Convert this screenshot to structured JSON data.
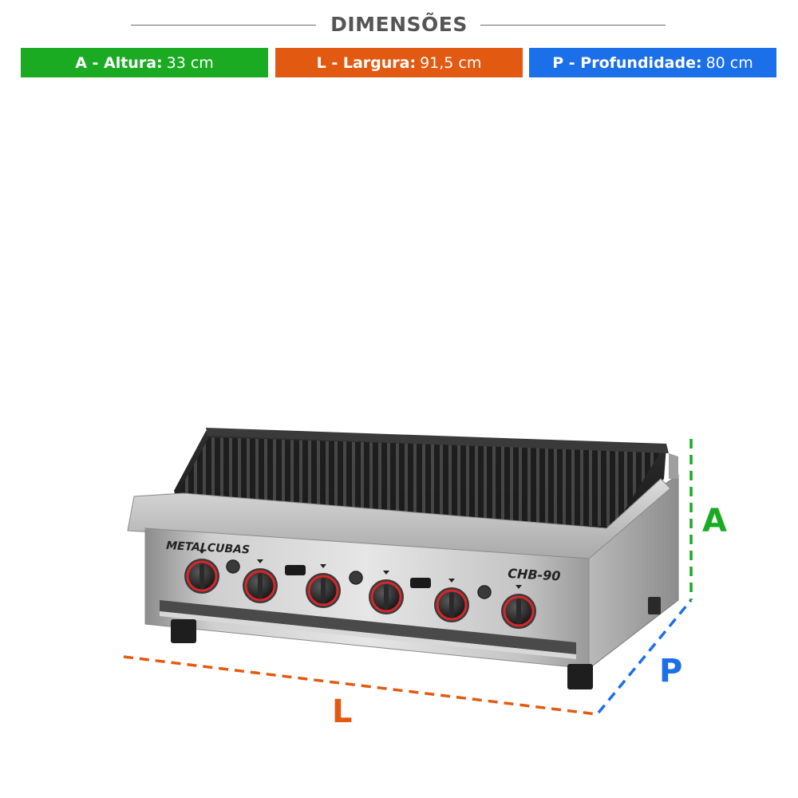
{
  "header": {
    "title": "DIMENSÕES"
  },
  "dimensions": [
    {
      "name": "A - Altura:",
      "value": "33 cm",
      "color": "#1aab23"
    },
    {
      "name": "L - Largura:",
      "value": "91,5 cm",
      "color": "#e25a12"
    },
    {
      "name": "P - Profundidade:",
      "value": "80 cm",
      "color": "#1b6fe8"
    }
  ],
  "product": {
    "brand": "METALCUBAS",
    "model": "CHB-90",
    "knob_count": 6
  },
  "axis_labels": {
    "height": "A",
    "width": "L",
    "depth": "P"
  },
  "colors": {
    "height": "#1aab23",
    "width": "#e25a12",
    "depth": "#1b6fe8",
    "title": "#555555",
    "knob_ring": "#d9262b"
  }
}
